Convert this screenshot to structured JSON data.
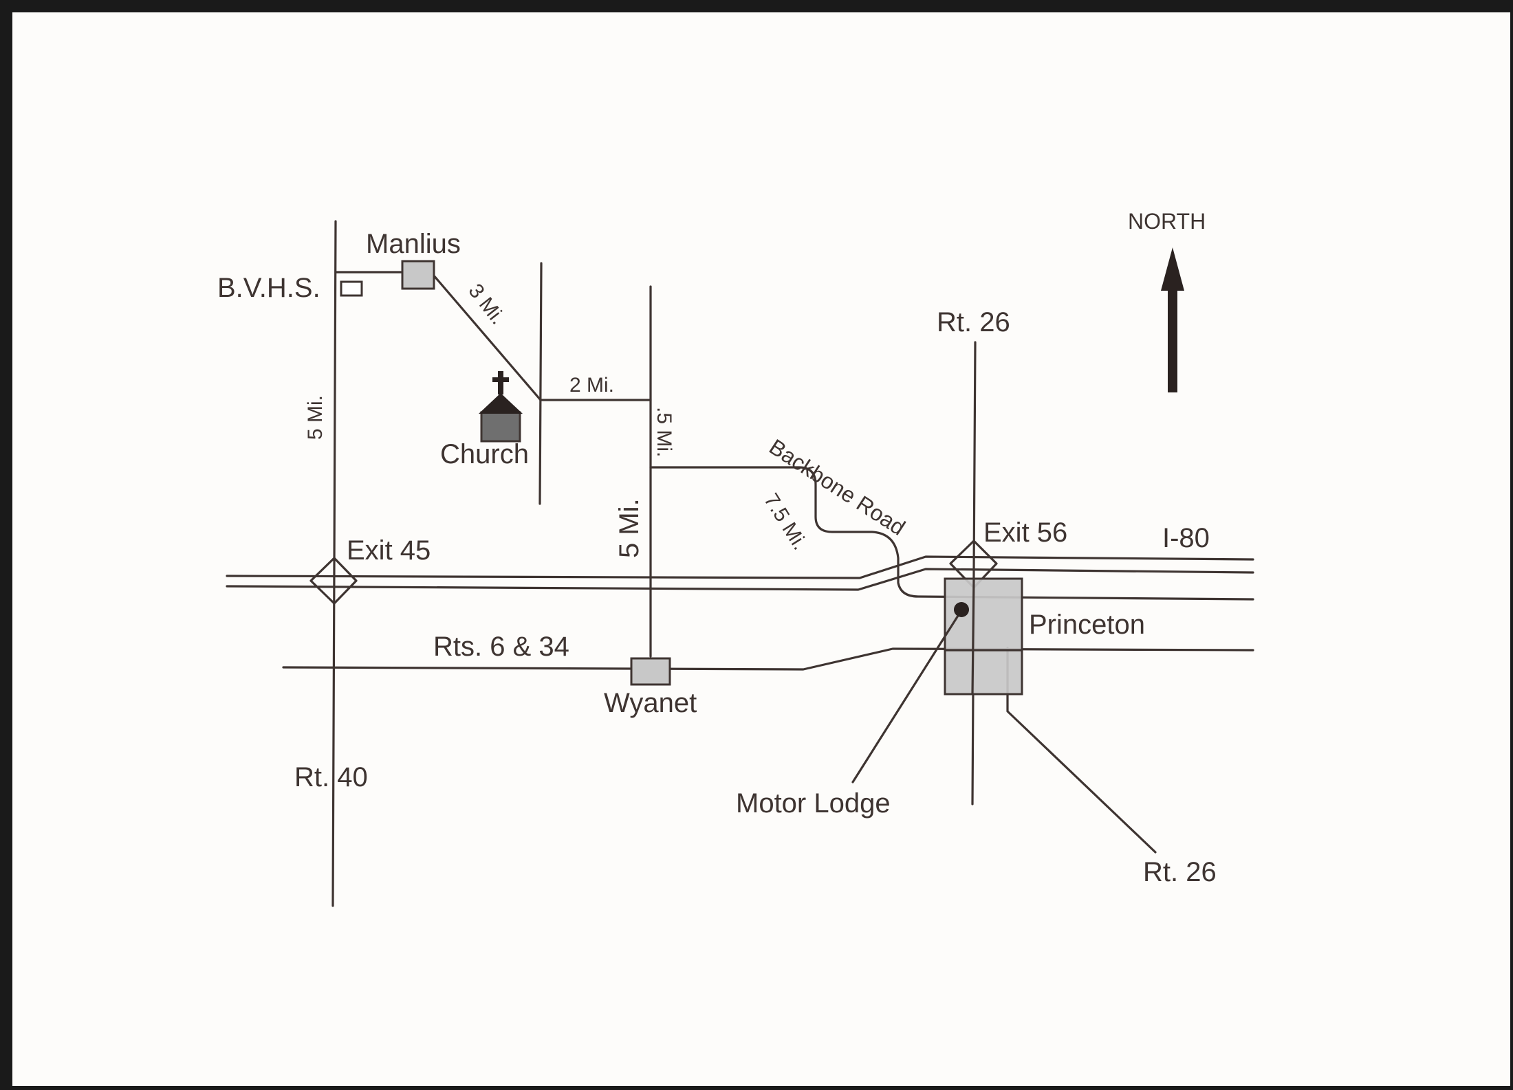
{
  "compass": {
    "label": "NORTH",
    "icon": "north-arrow-icon"
  },
  "places": {
    "manlius": "Manlius",
    "bvhs": "B.V.H.S.",
    "church": "Church",
    "wyanet": "Wyanet",
    "princeton": "Princeton",
    "motor_lodge": "Motor Lodge"
  },
  "roads": {
    "rt26_north": "Rt. 26",
    "rt26_south": "Rt. 26",
    "rt40": "Rt. 40",
    "rts_6_34": "Rts. 6 & 34",
    "i80": "I-80",
    "exit45": "Exit 45",
    "exit56": "Exit 56",
    "backbone": "Backbone Road"
  },
  "distances": {
    "manlius_to_church": "3 Mi.",
    "church_to_wyanet_road": "2 Mi.",
    "wyanet_road_to_backbone": ".5 Mi.",
    "rt40_segment": "5 Mi.",
    "wyanet_road": "5 Mi.",
    "backbone_road": "7.5 Mi."
  },
  "colors": {
    "ink": "#3e3431",
    "town_fill": "#c8c8c8",
    "church_fill": "#6f6f6f",
    "paper": "#fdfcfa"
  }
}
